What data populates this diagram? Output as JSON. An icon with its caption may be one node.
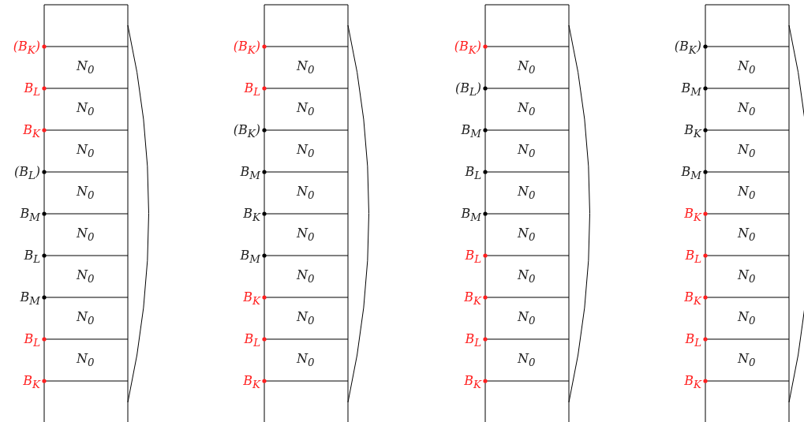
{
  "diagram": {
    "labels": [
      "(B$_{K}$)",
      "N$_{0}$",
      "B$_{L}$",
      "N$_{0}$",
      "B$_{K}$",
      "N$_{0}$",
      "(B$_{L}$)",
      "N$_{0}$",
      "B$_{M}$",
      "N$_{0}$",
      "B$_{L}$",
      "N$_{0}$",
      "B$_{M}$",
      "N$_{0}$",
      "B$_{L}$",
      "N$_{0}$",
      "B$_{K}$",
      "(B$_{K}$)",
      "N$_{0}$",
      "B$_{L}$",
      "N$_{0}$",
      "(B$_{K}$)",
      "N$_{0}$",
      "B$_{M}$",
      "N$_{0}$",
      "B$_{K}$",
      "N$_{0}$",
      "B$_{M}$",
      "N$_{0}$",
      "B$_{K}$",
      "N$_{0}$",
      "B$_{L}$",
      "N$_{0}$",
      "B$_{K}$",
      "(B$_{K}$)",
      "N$_{0}$",
      "(B$_{L}$)",
      "N$_{0}$",
      "B$_{M}$",
      "N$_{0}$",
      "B$_{L}$",
      "N$_{0}$",
      "B$_{M}$",
      "N$_{0}$",
      "B$_{L}$",
      "N$_{0}$",
      "B$_{K}$",
      "N$_{0}$",
      "B$_{L}$",
      "N$_{0}$",
      "B$_{K}$",
      "(B$_{K}$)",
      "N$_{0}$",
      "B$_{M}$",
      "N$_{0}$",
      "B$_{K}$",
      "N$_{0}$",
      "B$_{M}$",
      "N$_{0}$",
      "B$_{K}$",
      "N$_{0}$",
      "B$_{L}$",
      "N$_{0}$",
      "B$_{K}$",
      "N$_{0}$",
      "B$_{L}$",
      "N$_{0}$",
      "B$_{K}$"
    ]
  }
}
